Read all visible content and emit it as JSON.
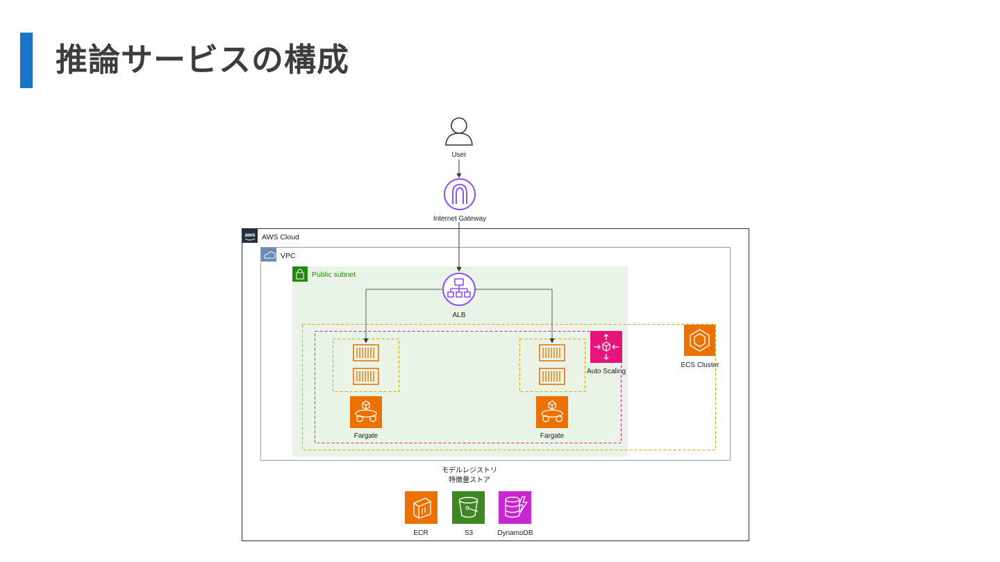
{
  "title": "推論サービスの構成",
  "colors": {
    "accent": "#1a75c9",
    "compute": "#ed7100",
    "network": "#8c4fff",
    "storage": "#3f8624",
    "database": "#c925d1",
    "management": "#e7157b",
    "subnet_fill": "#e9f3e6",
    "subnet_text": "#248814"
  },
  "diagram": {
    "user": {
      "label": "User",
      "icon": "user-icon"
    },
    "internet_gateway": {
      "label": "Internet Gateway",
      "icon": "internet-gateway-icon"
    },
    "aws_cloud": {
      "label": "AWS Cloud",
      "icon": "aws-logo-icon"
    },
    "vpc": {
      "label": "VPC",
      "icon": "vpc-cloud-icon"
    },
    "public_subnet": {
      "label": "Public subnet",
      "icon": "padlock-icon"
    },
    "alb": {
      "label": "ALB",
      "icon": "load-balancer-icon"
    },
    "auto_scaling": {
      "label": "Auto Scaling",
      "icon": "auto-scaling-icon"
    },
    "ecs_cluster": {
      "label": "ECS Cluster",
      "icon": "ecs-icon"
    },
    "fargate_left": {
      "label": "Fargate",
      "icon": "fargate-icon"
    },
    "fargate_right": {
      "label": "Fargate",
      "icon": "fargate-icon"
    },
    "stores_caption": {
      "line1": "モデルレジストリ",
      "line2": "特徴量ストア"
    },
    "ecr": {
      "label": "ECR",
      "icon": "ecr-icon"
    },
    "s3": {
      "label": "S3",
      "icon": "s3-bucket-icon"
    },
    "dynamodb": {
      "label": "DynamoDB",
      "icon": "dynamodb-icon"
    }
  }
}
